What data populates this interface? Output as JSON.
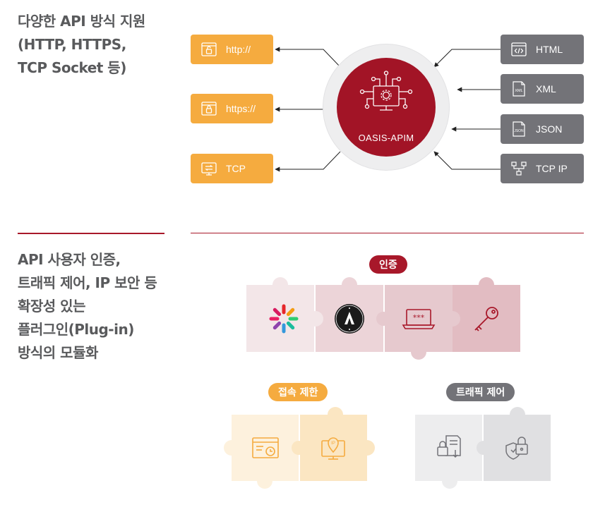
{
  "heading1": {
    "lines": [
      "다양한 API 방식 지원",
      "(HTTP, HTTPS,",
      "TCP Socket 등)"
    ]
  },
  "heading2": {
    "lines": [
      "API 사용자 인증,",
      "트래픽 제어, IP 보안 등",
      "확장성 있는",
      "플러그인(Plug-in)",
      "방식의 모듈화"
    ]
  },
  "inputs": [
    {
      "label": "http://",
      "icon": "lock-open-browser-icon"
    },
    {
      "label": "https://",
      "icon": "lock-browser-icon"
    },
    {
      "label": "TCP",
      "icon": "tcp-transfer-icon"
    }
  ],
  "outputs": [
    {
      "label": "HTML",
      "icon": "code-window-icon"
    },
    {
      "label": "XML",
      "icon": "xml-file-icon",
      "file_text": "XML"
    },
    {
      "label": "JSON",
      "icon": "json-file-icon",
      "file_text": "JSON"
    },
    {
      "label": "TCP IP",
      "icon": "network-nodes-icon"
    }
  ],
  "hub": {
    "label": "OASIS-APIM",
    "icon": "monitor-gear-circuit-icon"
  },
  "modules": {
    "auth": {
      "label": "인증",
      "color": "#a8182a",
      "pieces": [
        "keycloak-icon",
        "oauth-logo-icon",
        "password-laptop-icon",
        "key-icon"
      ]
    },
    "access": {
      "label": "접속 제한",
      "color": "#f5ab3f",
      "pieces": [
        "time-limit-window-icon",
        "ip-monitor-icon"
      ]
    },
    "traffic": {
      "label": "트래픽 제어",
      "color": "#737378",
      "pieces": [
        "lock-document-icon",
        "shield-lock-icon"
      ]
    }
  },
  "colors": {
    "accent": "#a8182a",
    "orange": "#f5ab3f",
    "gray": "#737378",
    "heading": "#595a5c"
  }
}
